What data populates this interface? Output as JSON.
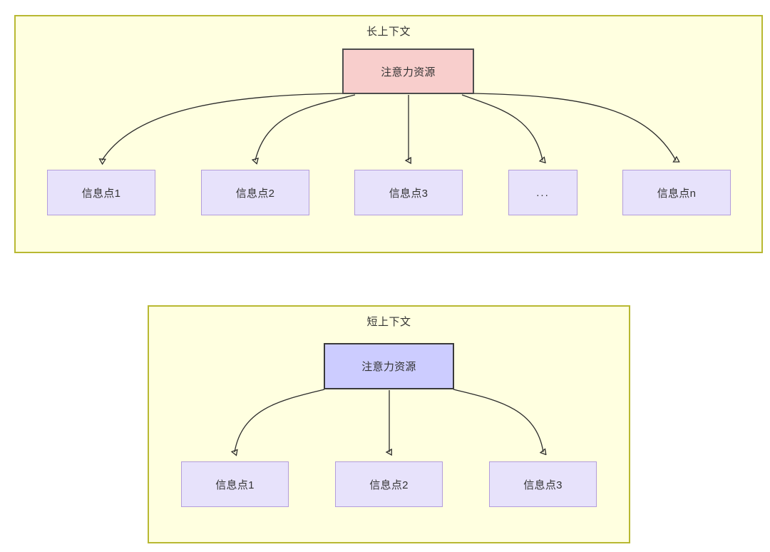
{
  "diagram": {
    "title_long": "长上下文",
    "title_short": "短上下文",
    "colors": {
      "group_fill": "#ffffe0",
      "group_border": "#b8b832",
      "attention_long_fill": "#f8cecc",
      "attention_long_border": "#4d4d4d",
      "attention_short_fill": "#ccccff",
      "attention_short_border": "#3a3a3a",
      "info_fill": "#e7e2fb",
      "info_border": "#b39ddb",
      "edge": "#2b2b2b",
      "text": "#333333"
    },
    "long_context": {
      "label": "长上下文",
      "attention_node": {
        "label": "注意力资源"
      },
      "info_nodes": [
        {
          "label": "信息点1"
        },
        {
          "label": "信息点2"
        },
        {
          "label": "信息点3"
        },
        {
          "label": "..."
        },
        {
          "label": "信息点n"
        }
      ]
    },
    "short_context": {
      "label": "短上下文",
      "attention_node": {
        "label": "注意力资源"
      },
      "info_nodes": [
        {
          "label": "信息点1"
        },
        {
          "label": "信息点2"
        },
        {
          "label": "信息点3"
        }
      ]
    }
  }
}
